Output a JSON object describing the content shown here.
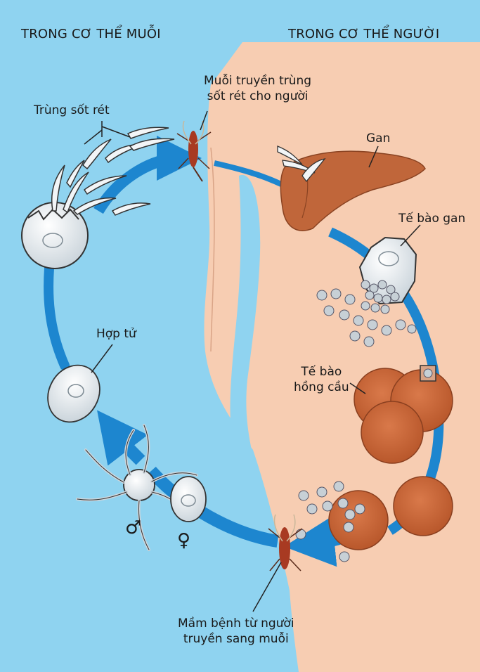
{
  "header": {
    "mosquito_side": "TRONG CƠ THỂ MUỖI",
    "human_side": "TRONG CƠ THỂ NGƯỜI"
  },
  "labels": {
    "bite_in": [
      "Muỗi truyền trùng",
      "sốt rét cho người"
    ],
    "sporozoites": "Trùng sốt rét",
    "liver": "Gan",
    "liver_cell": "Tế bào gan",
    "red_cells": [
      "Tế bào",
      "hồng cầu"
    ],
    "zygote": "Hợp tử",
    "bite_out": [
      "Mầm bệnh từ người",
      "truyền sang muỗi"
    ]
  },
  "symbols": {
    "male": "♂",
    "female": "♀"
  },
  "colors": {
    "mosquito_bg": "#8fd3f0",
    "human_skin": "#f7cdb2",
    "arrow": "#1d86cf",
    "liver": "#c0663a",
    "red_cell": "#cf6b3d",
    "cell_white": "#eef2f5"
  }
}
